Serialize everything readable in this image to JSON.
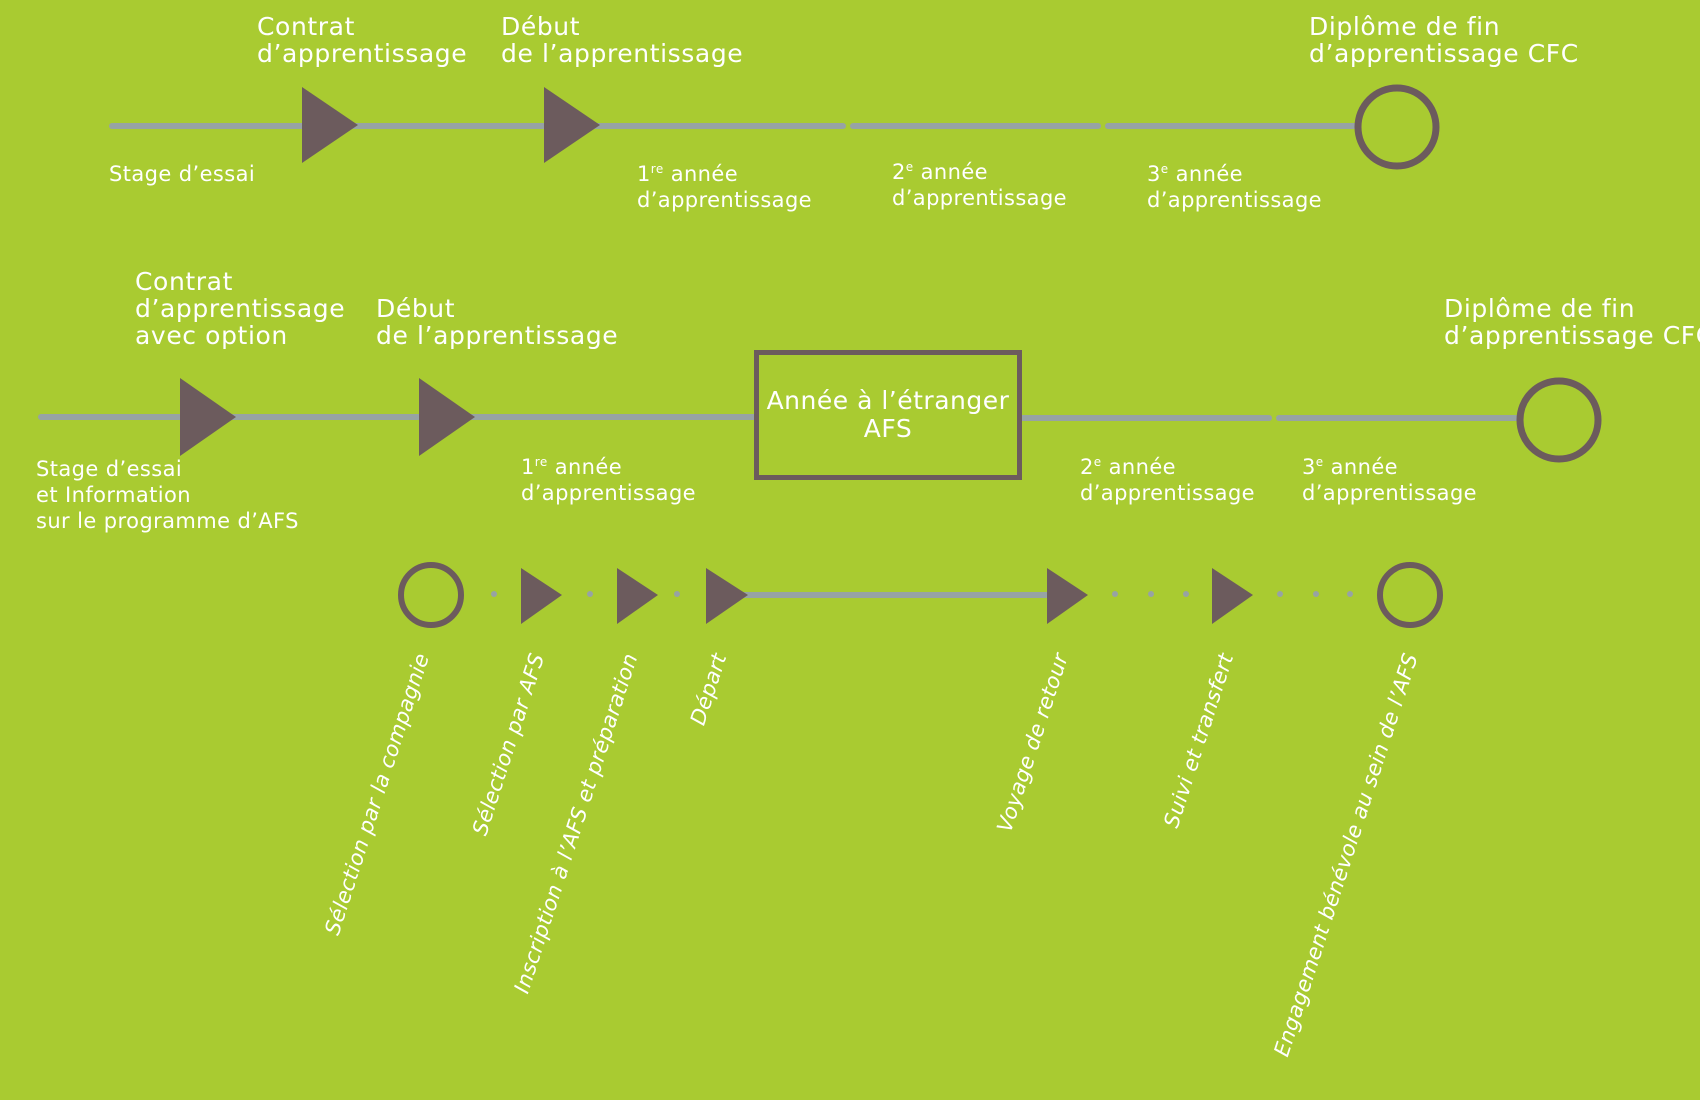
{
  "colors": {
    "background": "#a9cb31",
    "line": "#97a3a4",
    "marker": "#6c5b5d",
    "text": "#ffffff"
  },
  "timeline_standard": {
    "milestones": [
      {
        "label_lines": [
          "Contrat",
          "d’apprentissage"
        ]
      },
      {
        "label_lines": [
          "Début",
          "de l’apprentissage"
        ]
      },
      {
        "label_lines": [
          "Diplôme de fin",
          "d’apprentissage CFC"
        ]
      }
    ],
    "phases": [
      {
        "lines": [
          "Stage d’essai"
        ]
      },
      {
        "ordinal": "1",
        "suffix": "re",
        "lines": [
          "année",
          "d’apprentissage"
        ]
      },
      {
        "ordinal": "2",
        "suffix": "e",
        "lines": [
          "année",
          "d’apprentissage"
        ]
      },
      {
        "ordinal": "3",
        "suffix": "e",
        "lines": [
          "année",
          "d’apprentissage"
        ]
      }
    ]
  },
  "timeline_afs": {
    "milestones": [
      {
        "label_lines": [
          "Contrat",
          "d’apprentissage",
          "avec option"
        ]
      },
      {
        "label_lines": [
          "Début",
          "de l’apprentissage"
        ]
      },
      {
        "label_lines": [
          "Diplôme de fin",
          "d’apprentissage CFC"
        ]
      }
    ],
    "abroad_box": {
      "line1": "Année à l’étranger",
      "line2": "AFS"
    },
    "phases": [
      {
        "lines": [
          "Stage d’essai",
          "et Information",
          "sur le programme d’AFS"
        ]
      },
      {
        "ordinal": "1",
        "suffix": "re",
        "lines": [
          "année",
          "d’apprentissage"
        ]
      },
      {
        "ordinal": "2",
        "suffix": "e",
        "lines": [
          "année",
          "d’apprentissage"
        ]
      },
      {
        "ordinal": "3",
        "suffix": "e",
        "lines": [
          "année",
          "d’apprentissage"
        ]
      }
    ]
  },
  "afs_process": {
    "steps": [
      {
        "label": "Sélection par la compagnie",
        "marker": "circle"
      },
      {
        "label": "Sélection par AFS",
        "marker": "triangle"
      },
      {
        "label": "Inscription à l’AFS et préparation",
        "marker": "triangle"
      },
      {
        "label": "Départ",
        "marker": "triangle"
      },
      {
        "label": "Voyage de retour",
        "marker": "triangle"
      },
      {
        "label": "Suivi et transfert",
        "marker": "triangle"
      },
      {
        "label": "Engagement bénévole au sein de l’AFS",
        "marker": "circle"
      }
    ]
  }
}
